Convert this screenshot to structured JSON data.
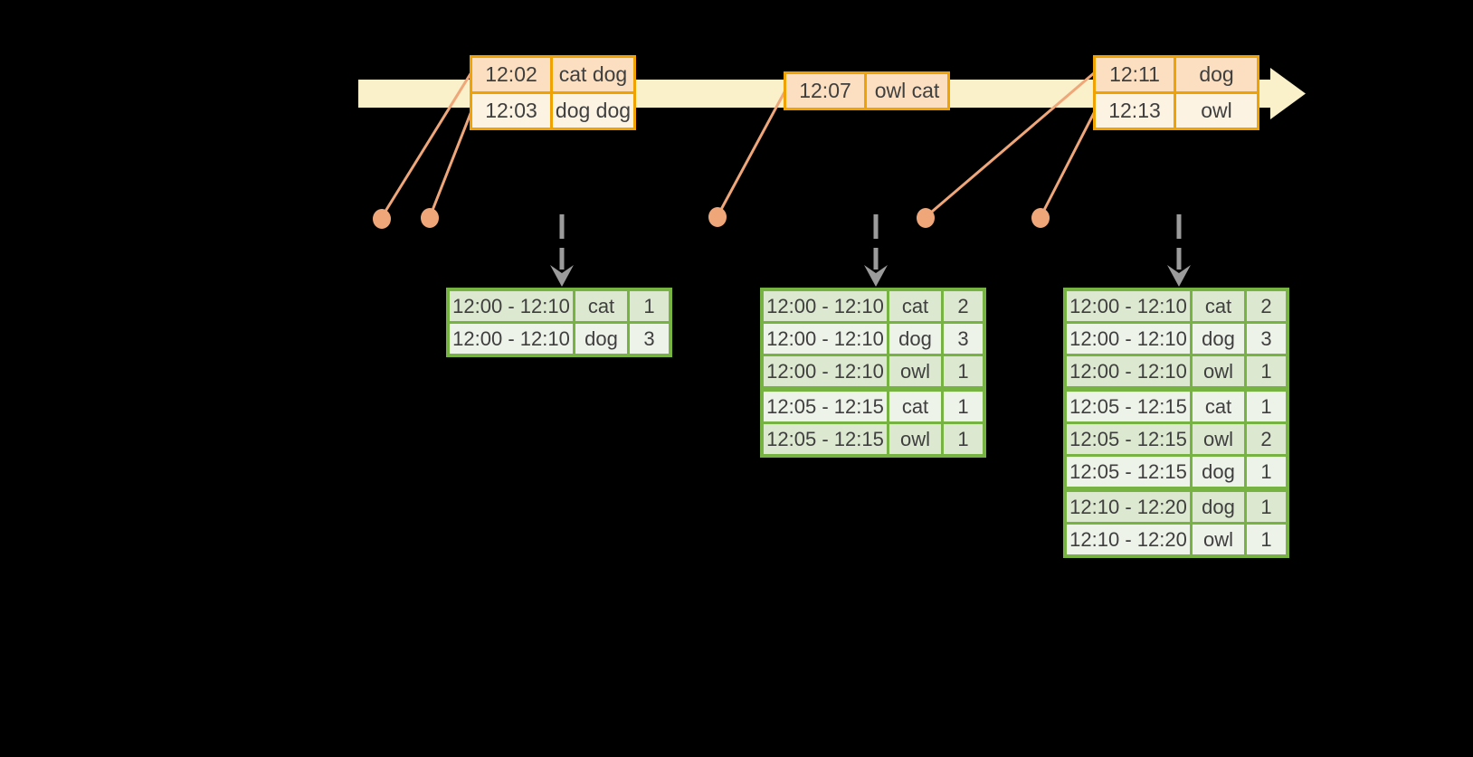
{
  "colors": {
    "background": "#000000",
    "timeline_band": "#faf0c9",
    "event_box_border": "#f0a202",
    "event_row_dark": "#fbdfc0",
    "event_row_light": "#fdf3e3",
    "connector_salmon": "#efa77a",
    "trigger_arrow_gray": "#9b9b9b",
    "table_border_green": "#77b342",
    "table_row_dark": "#dce8d0",
    "table_row_light": "#eef3ea",
    "text": "#3f3f3f"
  },
  "timeline": {
    "event_boxes": [
      {
        "rows": [
          {
            "time": "12:02",
            "words": "cat dog"
          },
          {
            "time": "12:03",
            "words": "dog dog"
          }
        ]
      },
      {
        "rows": [
          {
            "time": "12:07",
            "words": "owl cat"
          }
        ]
      },
      {
        "rows": [
          {
            "time": "12:11",
            "words": "dog"
          },
          {
            "time": "12:13",
            "words": "owl"
          }
        ]
      }
    ]
  },
  "result_tables": [
    {
      "rows": [
        {
          "window": "12:00 - 12:10",
          "word": "cat",
          "count": "1"
        },
        {
          "window": "12:00 - 12:10",
          "word": "dog",
          "count": "3"
        }
      ]
    },
    {
      "rows": [
        {
          "window": "12:00 - 12:10",
          "word": "cat",
          "count": "2"
        },
        {
          "window": "12:00 - 12:10",
          "word": "dog",
          "count": "3"
        },
        {
          "window": "12:00 - 12:10",
          "word": "owl",
          "count": "1"
        },
        {
          "window": "12:05 - 12:15",
          "word": "cat",
          "count": "1",
          "new_window_group": true
        },
        {
          "window": "12:05 - 12:15",
          "word": "owl",
          "count": "1"
        }
      ]
    },
    {
      "rows": [
        {
          "window": "12:00 - 12:10",
          "word": "cat",
          "count": "2"
        },
        {
          "window": "12:00 - 12:10",
          "word": "dog",
          "count": "3"
        },
        {
          "window": "12:00 - 12:10",
          "word": "owl",
          "count": "1"
        },
        {
          "window": "12:05 - 12:15",
          "word": "cat",
          "count": "1",
          "new_window_group": true
        },
        {
          "window": "12:05 - 12:15",
          "word": "owl",
          "count": "2"
        },
        {
          "window": "12:05 - 12:15",
          "word": "dog",
          "count": "1"
        },
        {
          "window": "12:10 - 12:20",
          "word": "dog",
          "count": "1",
          "new_window_group": true
        },
        {
          "window": "12:10 - 12:20",
          "word": "owl",
          "count": "1"
        }
      ]
    }
  ]
}
